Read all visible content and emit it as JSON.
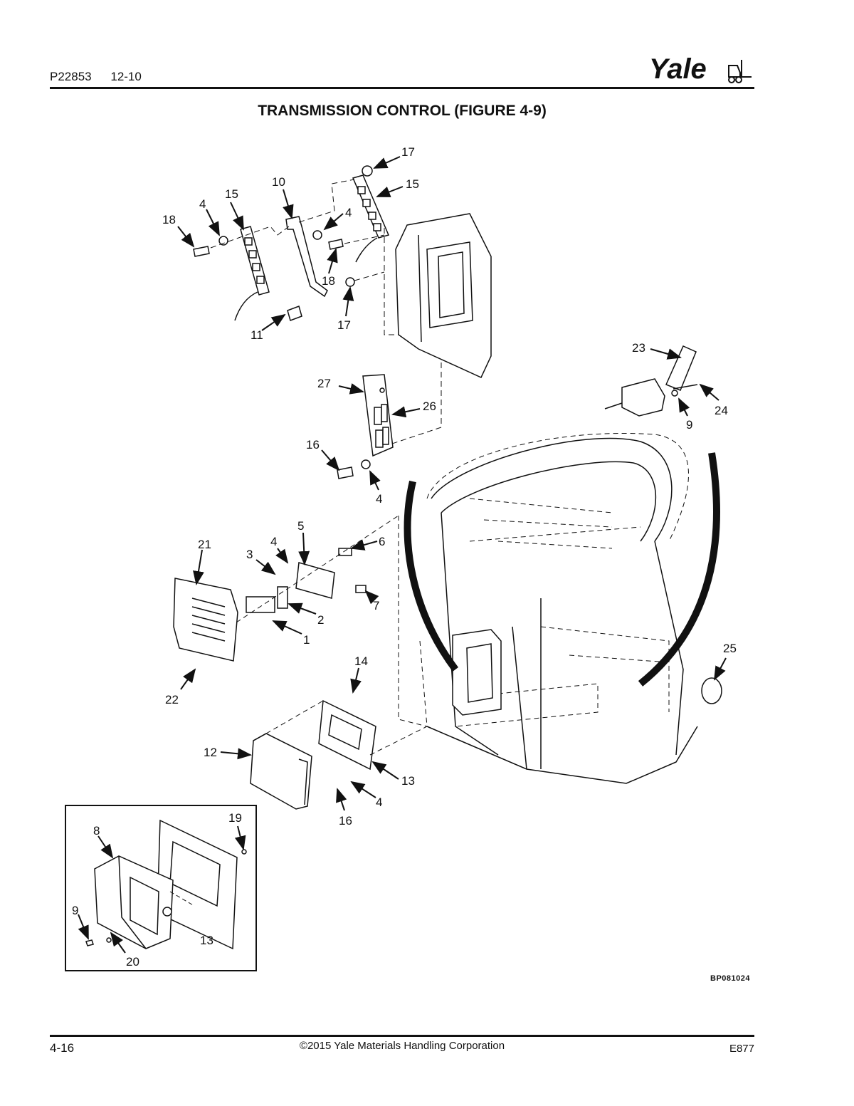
{
  "header": {
    "part_number": "P22853",
    "revision": "12-10",
    "logo_text": "Yale"
  },
  "title": "TRANSMISSION CONTROL (FIGURE 4-9)",
  "callouts": {
    "c17a": "17",
    "c15a": "15",
    "c10": "10",
    "c4a": "4",
    "c15b": "15",
    "c18a": "18",
    "c4b": "4",
    "c18b": "18",
    "c11": "11",
    "c17b": "17",
    "c23": "23",
    "c24": "24",
    "c9a": "9",
    "c27": "27",
    "c26": "26",
    "c16a": "16",
    "c4c": "4",
    "c5": "5",
    "c21": "21",
    "c4d": "4",
    "c3": "3",
    "c6": "6",
    "c7": "7",
    "c2": "2",
    "c1": "1",
    "c22": "22",
    "c25": "25",
    "c14": "14",
    "c12": "12",
    "c13a": "13",
    "c4e": "4",
    "c16b": "16",
    "c19": "19",
    "c8": "8",
    "c9b": "9",
    "c13b": "13",
    "c20": "20"
  },
  "figure_code": "BP081024",
  "footer": {
    "page": "4-16",
    "copyright": "©2015 Yale Materials Handling Corporation",
    "doc_code": "E877"
  }
}
